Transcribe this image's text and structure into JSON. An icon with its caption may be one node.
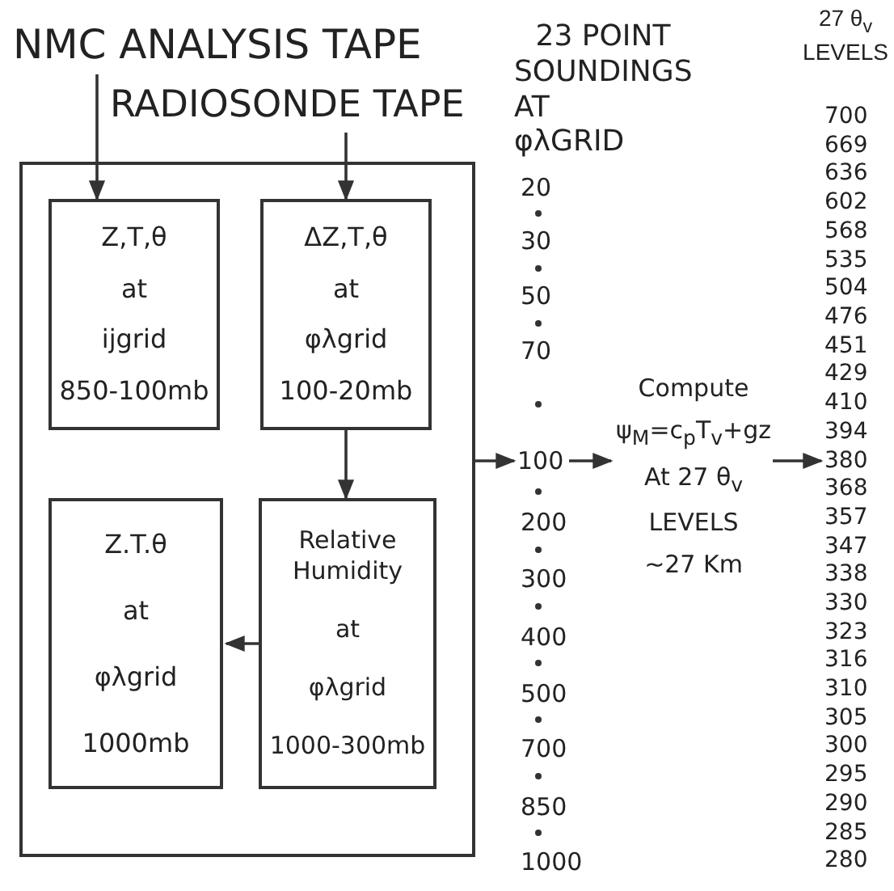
{
  "diagram": {
    "nodes": [
      {
        "text": [
          "NMC ANALYSIS TAPE"
        ]
      },
      {
        "text": [
          "RADIOSONDE TAPE"
        ]
      },
      {
        "text": [],
        "shape": "box"
      },
      {
        "text": [
          "Z,T,θ",
          "at",
          "ijgrid",
          "850-100mb"
        ],
        "in": 2
      },
      {
        "text": [
          "ΔZ,T,θ",
          "at",
          "φλgrid",
          "100-20mb"
        ],
        "in": 2
      },
      {
        "text": [
          "Z.T.θ",
          "at",
          "φλgrid",
          "1000mb"
        ],
        "in": 2
      },
      {
        "text": [
          "Relative Humidity",
          "at",
          "φλgrid",
          "1000-300mb"
        ],
        "in": 2
      },
      {
        "text": [
          "100"
        ]
      },
      {
        "text": [
          "Compute",
          "ψ$_{M}$=c$_{p}$T$_{v}$+gz",
          "At 27 θ$_{v}$",
          "LEVELS",
          "~27 Km"
        ]
      },
      {
        "text": [
          "380"
        ]
      }
    ],
    "edges": [
      {
        "from": 0,
        "to": 3,
        "arrow": "to"
      },
      {
        "from": 1,
        "to": 4,
        "arrow": "to"
      },
      {
        "from": 4,
        "to": 6,
        "arrow": "to"
      },
      {
        "from": 6,
        "to": 5,
        "arrow": "to"
      },
      {
        "from": 2,
        "to": 7,
        "arrow": "to"
      },
      {
        "from": 7,
        "to": 8,
        "arrow": "to"
      },
      {
        "from": 8,
        "to": 9,
        "arrow": "to"
      }
    ],
    "labels": [
      "23 POINT SOUNDINGS",
      "AT",
      "φλGRID",
      "20",
      "30",
      "50",
      "70",
      "200",
      "300",
      "400",
      "500",
      "700",
      "850",
      "1000",
      "27 θ$_{v}$ LEVELS",
      "700",
      "669",
      "636",
      "602",
      "568",
      "535",
      "504",
      "476",
      "451",
      "429",
      "410",
      "394",
      "368",
      "357",
      "347",
      "338",
      "330",
      "323",
      "316",
      "310",
      "305",
      "300",
      "295",
      "290",
      "285",
      "280"
    ]
  }
}
